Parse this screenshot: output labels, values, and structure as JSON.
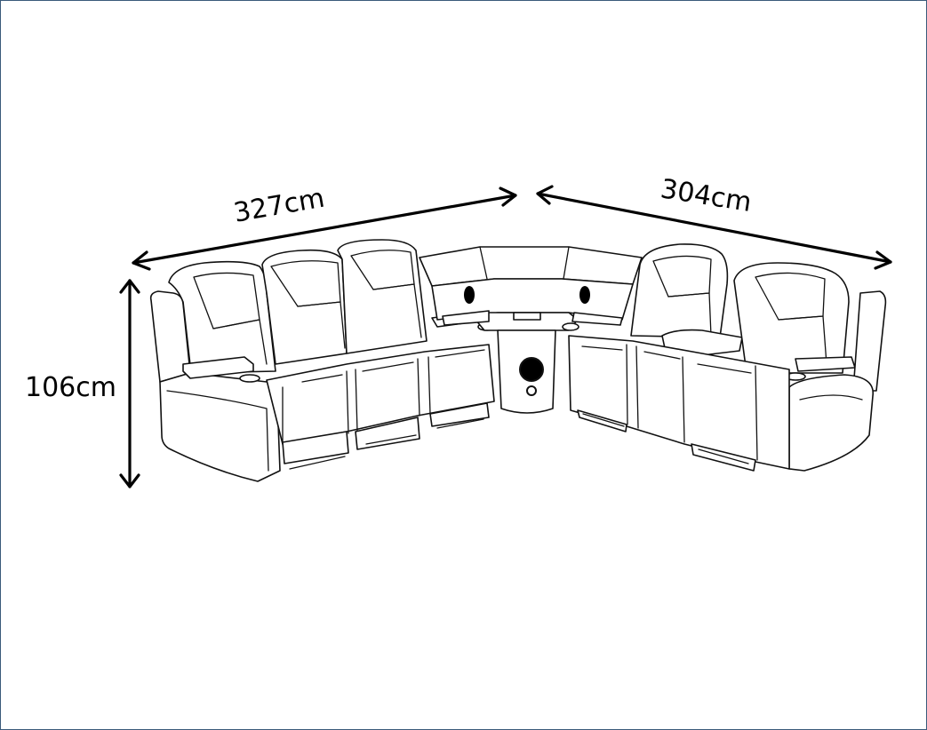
{
  "dimensions": {
    "left_width": "327cm",
    "right_width": "304cm",
    "height": "106cm"
  },
  "colors": {
    "frame_border": "#3a5a7a",
    "line": "#111111",
    "background": "#ffffff"
  }
}
